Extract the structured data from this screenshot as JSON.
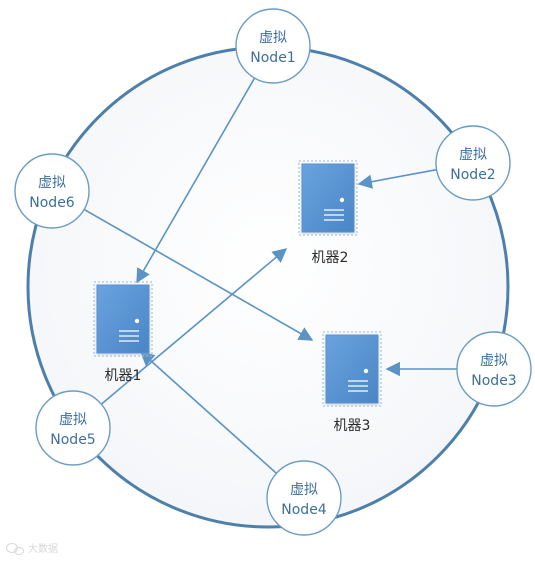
{
  "ring": {
    "stroke_color": "#4d7fab",
    "fill_color": "#f4f6f9"
  },
  "virtual_nodes": [
    {
      "id": "node1",
      "line1": "虚拟",
      "line2": "Node1"
    },
    {
      "id": "node2",
      "line1": "虚拟",
      "line2": "Node2"
    },
    {
      "id": "node3",
      "line1": "虚拟",
      "line2": "Node3"
    },
    {
      "id": "node4",
      "line1": "虚拟",
      "line2": "Node4"
    },
    {
      "id": "node5",
      "line1": "虚拟",
      "line2": "Node5"
    },
    {
      "id": "node6",
      "line1": "虚拟",
      "line2": "Node6"
    }
  ],
  "machines": [
    {
      "id": "machine1",
      "label": "机器1"
    },
    {
      "id": "machine2",
      "label": "机器2"
    },
    {
      "id": "machine3",
      "label": "机器3"
    }
  ],
  "mappings": [
    {
      "from": "node1",
      "to": "machine1"
    },
    {
      "from": "node2",
      "to": "machine2"
    },
    {
      "from": "node3",
      "to": "machine3"
    },
    {
      "from": "node4",
      "to": "machine1"
    },
    {
      "from": "node5",
      "to": "machine2"
    },
    {
      "from": "node6",
      "to": "machine3"
    }
  ],
  "colors": {
    "node_stroke": "#6b9cc4",
    "node_fill": "#ffffff",
    "node_text": "#3d6f9c",
    "arrow": "#5b93c4",
    "server_fill": "#5a93d1",
    "server_stroke": "#9ab7d6"
  },
  "watermark": {
    "text": "大数据",
    "icon": "wechat-icon"
  }
}
